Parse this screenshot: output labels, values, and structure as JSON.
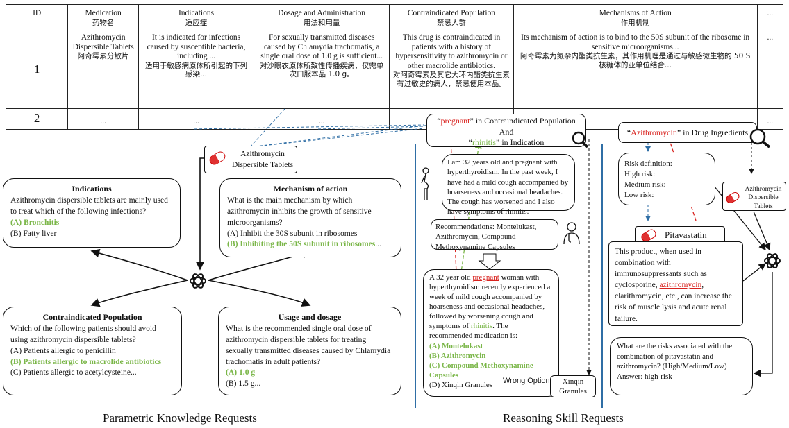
{
  "table": {
    "headers": [
      {
        "en": "ID",
        "zh": ""
      },
      {
        "en": "Medication",
        "zh": "药物名"
      },
      {
        "en": "Indications",
        "zh": "适应症"
      },
      {
        "en": "Dosage and Administration",
        "zh": "用法和用量"
      },
      {
        "en": "Contraindicated Population",
        "zh": "禁忌人群"
      },
      {
        "en": "Mechanisms of Action",
        "zh": "作用机制"
      },
      {
        "en": "...",
        "zh": ""
      }
    ],
    "row1": {
      "id": "1",
      "medication_en": "Azithromycin Dispersible Tablets",
      "medication_zh": "阿奇霉素分散片",
      "indications_en": "It is indicated for infections caused by susceptible bacteria, including ...",
      "indications_zh": "适用于敏感病原体所引起的下列感染...",
      "dosage_en": "For sexually transmitted diseases caused by Chlamydia trachomatis, a single oral dose of 1.0 g is sufficient...",
      "dosage_zh": "对沙眼衣原体所致性传播疾病，仅需单次口服本品 1.0 g。",
      "contra_en": "This drug is contraindicated in patients with a history of hypersensitivity to azithromycin or other macrolide antibiotics.",
      "contra_zh": "对阿奇霉素及其它大环内酯类抗生素有过敏史的病人，禁忌使用本品。",
      "mech_en": "Its mechanism of action is to bind to the 50S subunit of the ribosome in sensitive microorganisms...",
      "mech_zh": "阿奇霉素为氮杂内酯类抗生素，其作用机理是通过与敏感微生物的 50 S 核糖体的亚单位结合...",
      "more": "..."
    },
    "row2": {
      "id": "2",
      "c1": "...",
      "c2": "...",
      "c3": "..."
    }
  },
  "left": {
    "drug_label": "Azithromycin Dispersible Tablets",
    "indications": {
      "title": "Indications",
      "question": "Azithromycin dispersible tablets are mainly used to treat which of the following infections?",
      "opt_a": "(A) Bronchitis",
      "opt_b": "(B) Fatty liver"
    },
    "mechanism": {
      "title": "Mechanism of action",
      "question": "What is the main mechanism by which azithromycin inhibits the growth of sensitive microorganisms?",
      "opt_a": "(A) Inhibit the 30S subunit in ribosomes",
      "opt_b": "(B) Inhibiting the 50S subunit in ribosomes",
      "opt_b_tail": "..."
    },
    "contra": {
      "title": "Contraindicated Population",
      "question": "Which of the following patients should avoid using azithromycin dispersible tablets?",
      "opt_a": "(A) Patients allergic to penicillin",
      "opt_b": "(B) Patients allergic to macrolide antibiotics",
      "opt_c": "(C) Patients allergic to acetylcysteine..."
    },
    "usage": {
      "title": "Usage and dosage",
      "question": "What is the recommended single oral dose of azithromycin dispersible tablets for treating sexually transmitted diseases caused by Chlamydia trachomatis in adult patients?",
      "opt_a": "(A) 1.0 g",
      "opt_b": "(B) 1.5 g..."
    },
    "caption": "Parametric Knowledge Requests"
  },
  "middle": {
    "query": {
      "q1": "pregnant",
      "in1": "” in Contraindicated Population",
      "and": "And",
      "q2": "rhinitis",
      "in2": "” in Indication",
      "open": "“"
    },
    "patient": "I am 32 years old and pregnant with hyperthyroidism. In the past week, I have had a mild cough accompanied by hoarseness and occasional headaches. The cough has worsened and I also have symptoms of rhinitis.",
    "recommend": "Recommendations: Montelukast, Azithromycin, Compound Methoxynamine Capsules",
    "question": {
      "p1": "A 32 year old ",
      "pregnant": "pregnant",
      "p2": " woman with hyperthyroidism recently experienced a week of mild cough accompanied by hoarseness and occasional headaches, followed by worsening cough and symptoms of ",
      "rhinitis": "rhinitis",
      "p3": ". The recommended medication is:",
      "opt_a": "(A)  Montelukast",
      "opt_b": "(B)  Azithromycin",
      "opt_c": "(C)  Compound Methoxynamine Capsules",
      "opt_d": "(D) Xinqin Granules"
    },
    "wrong_option": "Wrong Option",
    "xinqin": "Xinqin Granules",
    "caption": "Reasoning Skill Requests"
  },
  "right": {
    "query_word": "Azithromycin",
    "query_tail": "” in Drug Ingredients",
    "query_open": "“",
    "risk": {
      "l1": "Risk definition:",
      "l2": "High risk:",
      "l3": "Medium risk:",
      "l4": "Low risk:"
    },
    "azi_label": "Azithromycin Dispersible Tablets",
    "pita_label": "Pitavastatin",
    "pita_text_1": "This product, when used in combination with immunosuppressants such as cyclosporine, ",
    "pita_azi": "azithromycin",
    "pita_text_2": ", clarithromycin, etc., can increase the risk of muscle lysis and acute renal failure.",
    "question": "What are the risks associated with the combination of pitavastatin and azithromycin? (High/Medium/Low)",
    "answer": "Answer: high-risk"
  },
  "more_cell": "...",
  "colors": {
    "green": "#7ab648",
    "red": "#d9231f",
    "blue": "#2f6ea5",
    "line": "#111111"
  }
}
